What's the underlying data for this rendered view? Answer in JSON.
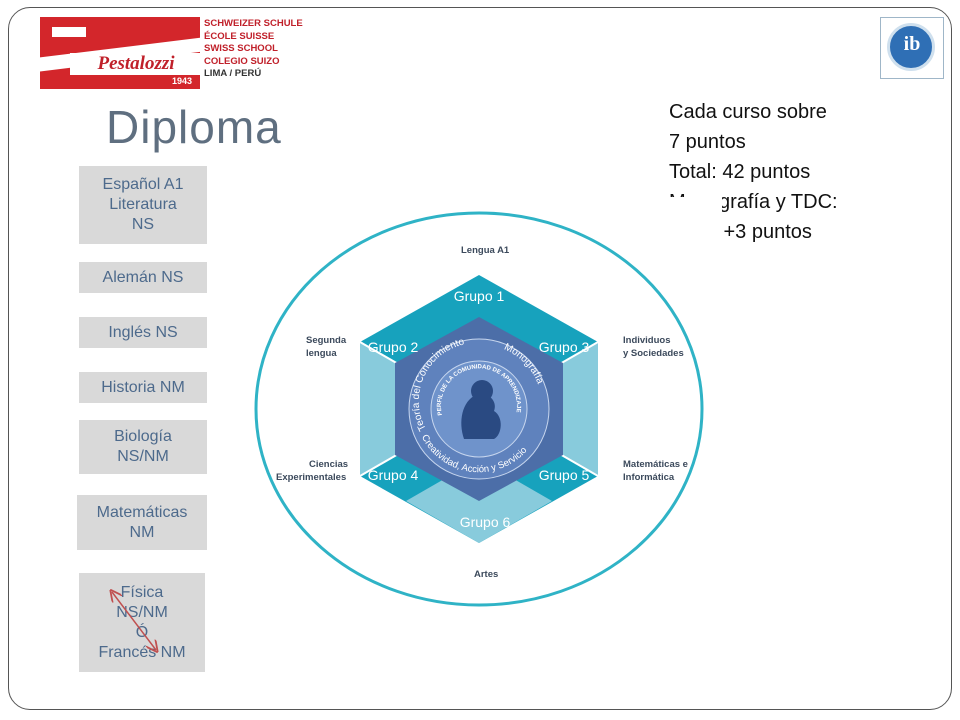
{
  "header": {
    "school_lines": [
      "SCHWEIZER SCHULE",
      "ÉCOLE SUISSE",
      "SWISS SCHOOL",
      "COLEGIO SUIZO",
      "LIMA / PERÚ"
    ],
    "logo_name": "Pestalozzi",
    "logo_year": "1943",
    "ib_logo_text": "ib"
  },
  "title": "Diploma",
  "info_lines": [
    "Cada curso sobre",
    "7 puntos",
    "Total: 42 puntos",
    "Monografía y TDC:",
    "hasta +3 puntos"
  ],
  "courses": [
    [
      "Español A1",
      "Literatura",
      "NS"
    ],
    [
      "Alemán NS"
    ],
    [
      "Inglés NS"
    ],
    [
      "Historia NM"
    ],
    [
      "Biología",
      "NS/NM"
    ],
    [
      "Matemáticas",
      "NM"
    ],
    [
      "Física",
      "NS/NM",
      "Ó",
      "Francés NM"
    ]
  ],
  "diagram": {
    "outer_labels": {
      "top": "Lengua A1",
      "upper_left": [
        "Segunda",
        "lengua"
      ],
      "upper_right": [
        "Individuos",
        "y Sociedades"
      ],
      "lower_left": [
        "Ciencias",
        "Experimentales"
      ],
      "lower_right": [
        "Matemáticas e",
        "Informática"
      ],
      "bottom": "Artes"
    },
    "groups": [
      "Grupo 1",
      "Grupo 2",
      "Grupo 3",
      "Grupo 4",
      "Grupo 5",
      "Grupo 6"
    ],
    "core_labels": [
      "Teoría del Conocimiento",
      "Monografía",
      "Creatividad, Acción y Servicio"
    ],
    "inner_ring_text": "PERFIL DE LA COMUNIDAD DE APRENDIZAJE DEL IB"
  },
  "colors": {
    "title": "#5f6f80",
    "course_text": "#4d6a8c",
    "course_box": "#d9d9d9",
    "dark_teal": "#17a2bd",
    "light_teal": "#88cbdc",
    "core_blue": "#4c6ea8",
    "ring": "#2fb3c6",
    "logo_red": "#d3262b"
  }
}
